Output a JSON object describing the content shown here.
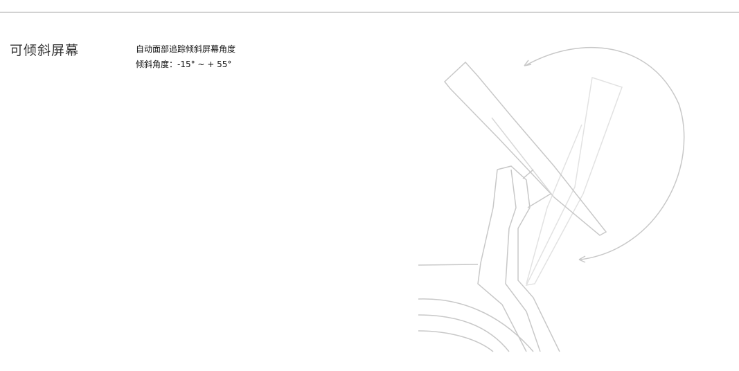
{
  "feature": {
    "title": "可倾斜屏幕",
    "description_line1": "自动面部追踪倾斜屏幕角度",
    "description_line2": "倾斜角度：-15° ~ + 55°"
  },
  "illustration": {
    "name": "tilting-screen-sketch",
    "stroke_color": "#c8c8c8"
  }
}
